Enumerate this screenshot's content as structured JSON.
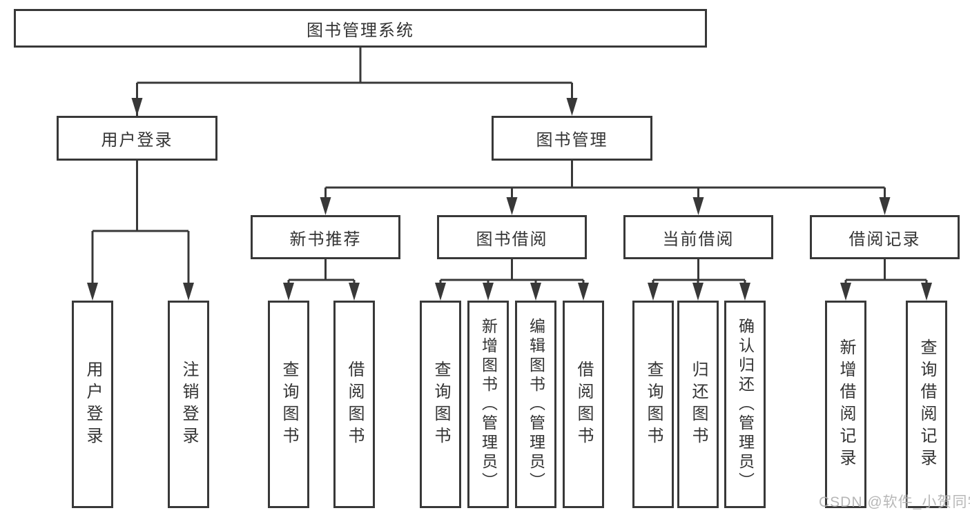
{
  "diagram": {
    "title": "图书管理系统",
    "level2": [
      {
        "label": "用户登录",
        "children": [
          "用户登录",
          "注销登录"
        ]
      },
      {
        "label": "图书管理",
        "children": [
          {
            "label": "新书推荐",
            "children": [
              "查询图书",
              "借阅图书"
            ]
          },
          {
            "label": "图书借阅",
            "children": [
              "查询图书",
              "新增图书（管理员）",
              "编辑图书（管理员）",
              "借阅图书"
            ]
          },
          {
            "label": "当前借阅",
            "children": [
              "查询图书",
              "归还图书",
              "确认归还（管理员）"
            ]
          },
          {
            "label": "借阅记录",
            "children": [
              "新增借阅记录",
              "查询借阅记录"
            ]
          }
        ]
      }
    ]
  },
  "watermark": "CSDN @软件_小贺同学",
  "colors": {
    "background": "#ffffff",
    "line": "#383838",
    "text": "#333333",
    "watermark": "#b0b0b0"
  }
}
